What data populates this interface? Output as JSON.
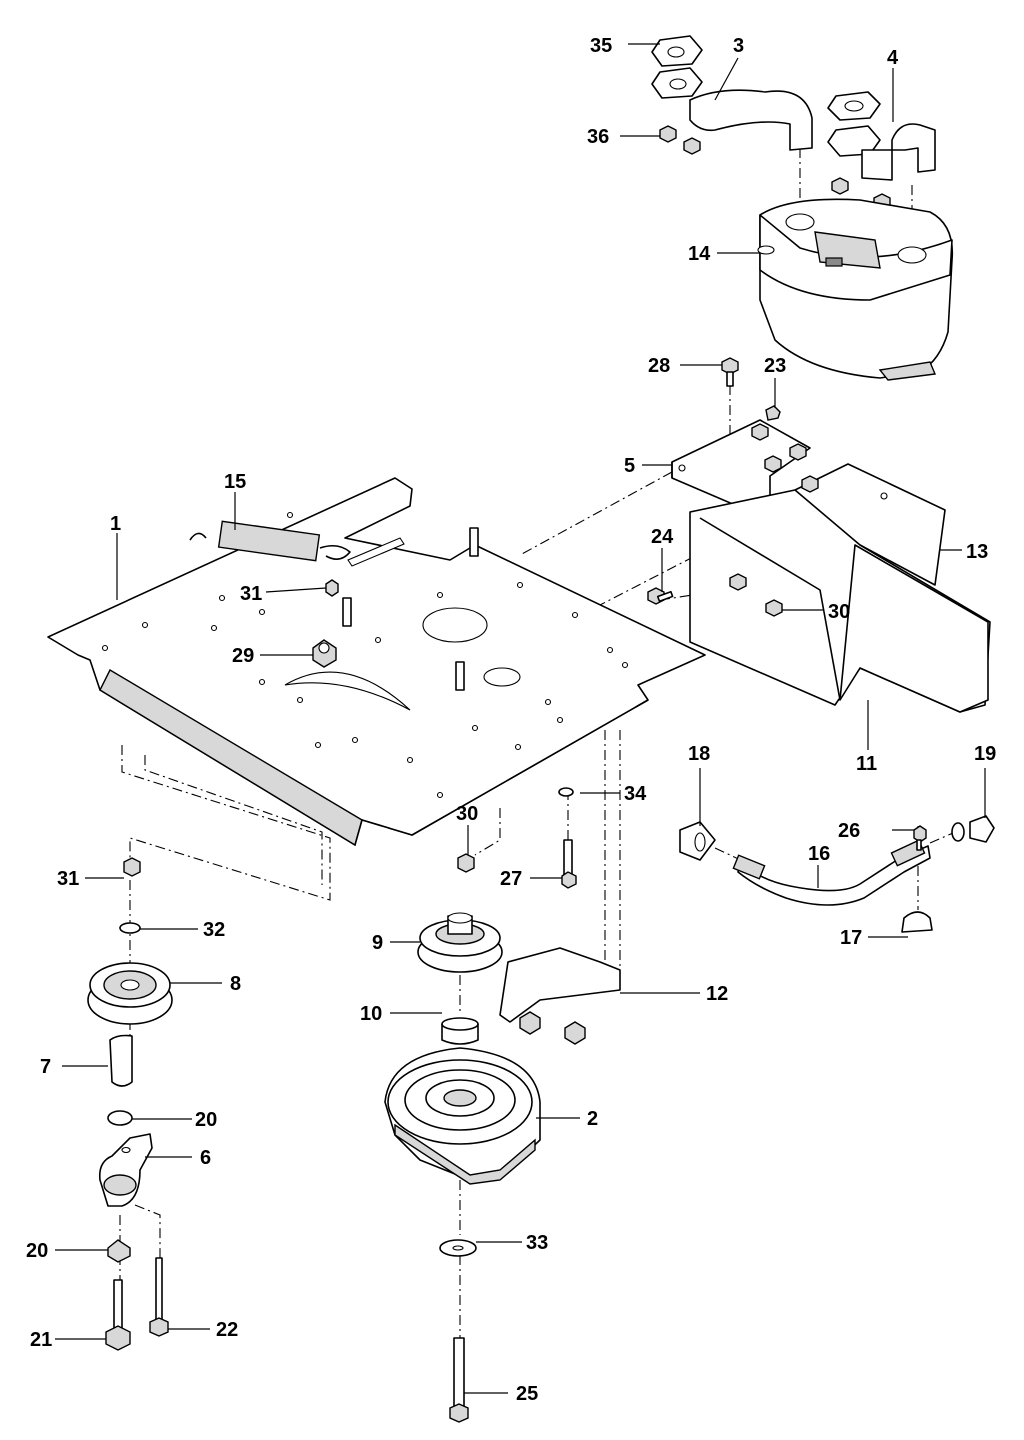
{
  "callouts": {
    "p1": "1",
    "p2": "2",
    "p3": "3",
    "p4": "4",
    "p5": "5",
    "p6": "6",
    "p7": "7",
    "p8": "8",
    "p9": "9",
    "p10": "10",
    "p11": "11",
    "p12": "12",
    "p13": "13",
    "p14": "14",
    "p15": "15",
    "p16": "16",
    "p17": "17",
    "p18": "18",
    "p19": "19",
    "p20a": "20",
    "p20b": "20",
    "p21": "21",
    "p22": "22",
    "p23": "23",
    "p24": "24",
    "p25": "25",
    "p26": "26",
    "p27": "27",
    "p28": "28",
    "p29": "29",
    "p30a": "30",
    "p30b": "30",
    "p31a": "31",
    "p31b": "31",
    "p32": "32",
    "p33": "33",
    "p34": "34",
    "p35": "35",
    "p36": "36"
  }
}
